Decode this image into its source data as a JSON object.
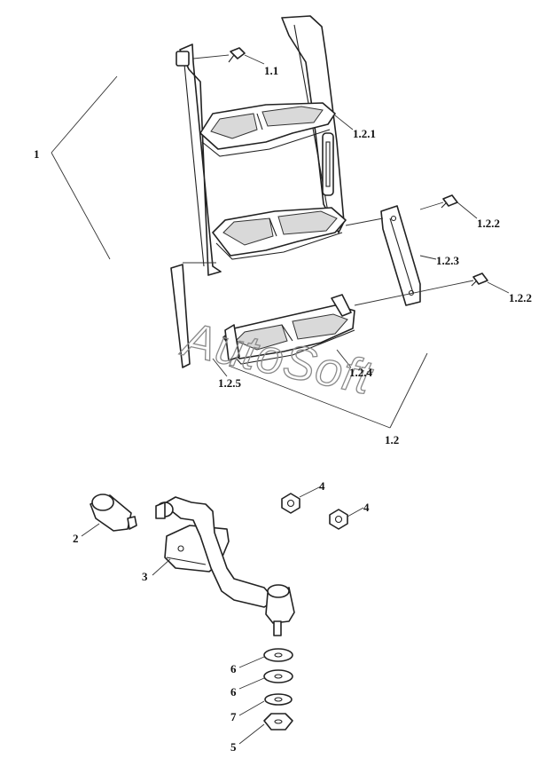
{
  "watermark": "AutoSoft",
  "callouts": {
    "c_1": "1",
    "c_1_1": "1.1",
    "c_1_2": "1.2",
    "c_1_2_1": "1.2.1",
    "c_1_2_2a": "1.2.2",
    "c_1_2_2b": "1.2.2",
    "c_1_2_3": "1.2.3",
    "c_1_2_4": "1.2.4",
    "c_1_2_5": "1.2.5",
    "c_2": "2",
    "c_3": "3",
    "c_4a": "4",
    "c_4b": "4",
    "c_5": "5",
    "c_6a": "6",
    "c_6b": "6",
    "c_7": "7"
  }
}
